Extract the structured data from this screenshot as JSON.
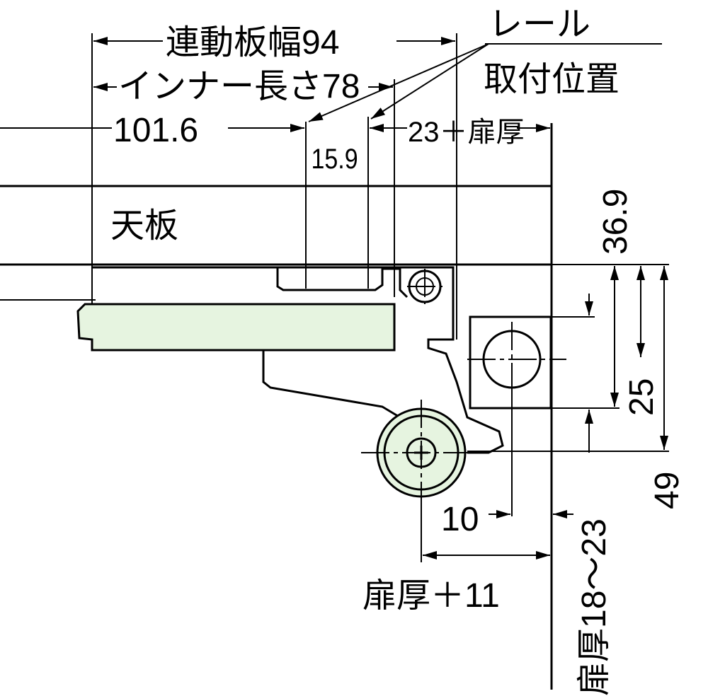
{
  "diagram": {
    "colors": {
      "line": "#000000",
      "fill_green": "#e6f4e0",
      "background": "#ffffff"
    },
    "labels": {
      "linkage_plate_width": "連動板幅94",
      "inner_length": "インナー長さ78",
      "rail": "レール",
      "mounting_position": "取付位置",
      "dim_101_6": "101.6",
      "dim_15_9": "15.9",
      "dim_23_door": "23＋扉厚",
      "top_plate": "天板",
      "dim_36_9": "36.9",
      "dim_25": "25",
      "dim_49": "49",
      "dim_10": "10",
      "dim_door_11": "扉厚＋11",
      "door_thickness_range": "扉厚18～23"
    }
  }
}
